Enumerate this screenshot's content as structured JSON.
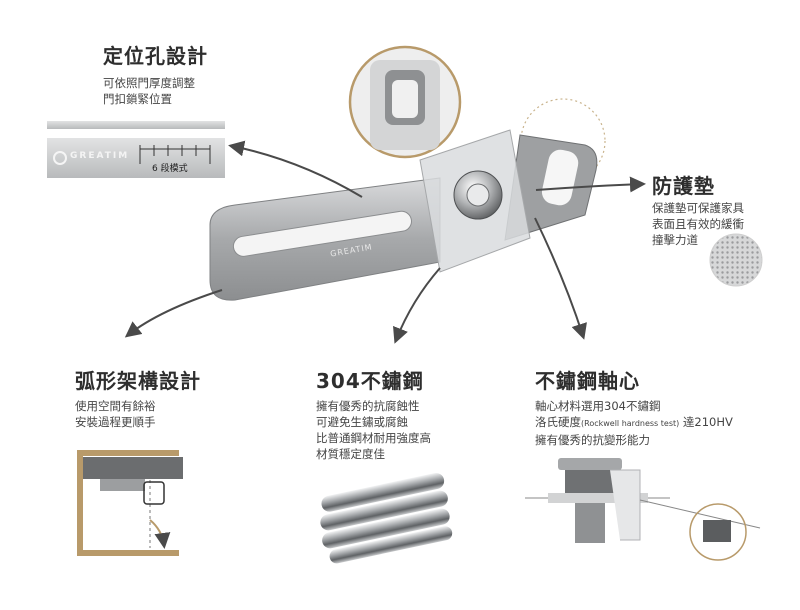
{
  "colors": {
    "gold": "#b89a6a",
    "steel": "#a9abad",
    "text": "#3a3a3a",
    "arrow": "#555555"
  },
  "sections": {
    "hole": {
      "title": "定位孔設計",
      "lines": [
        "可依照門厚度調整",
        "門扣鎖緊位置"
      ]
    },
    "pad": {
      "title": "防護墊",
      "lines": [
        "保護墊可保護家具",
        "表面且有效的緩衝",
        "撞擊力道"
      ]
    },
    "arc": {
      "title": "弧形架構設計",
      "lines": [
        "使用空間有餘裕",
        "安裝過程更順手"
      ]
    },
    "steel": {
      "title": "304不鏽鋼",
      "lines": [
        "擁有優秀的抗腐蝕性",
        "可避免生鏽或腐蝕",
        "比普通鋼材耐用強度高",
        "材質穩定度佳"
      ]
    },
    "axis": {
      "title": "不鏽鋼軸心",
      "line1": "軸心材料選用304不鏽鋼",
      "line2_pre": "洛氏硬度",
      "line2_small": "(Rockwell hardness test)",
      "line2_post": " 達210HV",
      "line3": "擁有優秀的抗變形能力"
    }
  },
  "ruler": {
    "brand": "GREATIM",
    "steps": "6 段模式"
  },
  "product": {
    "brand": "GREATIM"
  }
}
